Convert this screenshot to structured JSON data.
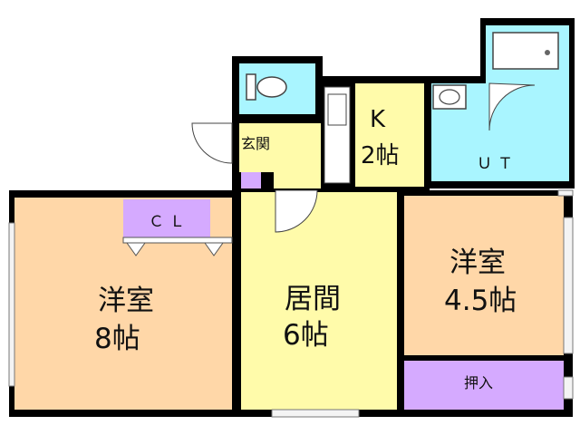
{
  "colors": {
    "western_room": "#FFD7A8",
    "living": "#FFFBAA",
    "kitchen": "#FFFBAA",
    "entrance": "#FFFBAA",
    "bath_utility": "#A9F5FF",
    "storage": "#D5AAFF",
    "wall": "#000000",
    "fixture": "#FFFFFF"
  },
  "rooms": {
    "western_8": {
      "name": "洋室",
      "size": "8帖"
    },
    "living": {
      "name": "居間",
      "size": "6帖"
    },
    "western_45": {
      "name": "洋室",
      "size": "4.5帖"
    },
    "kitchen": {
      "name": "K",
      "size": "2帖"
    },
    "utility": {
      "name": "ＵＴ"
    },
    "closet": {
      "name": "ＣＬ"
    },
    "oshiire": {
      "name": "押入"
    },
    "entrance": {
      "name": "玄関"
    }
  }
}
